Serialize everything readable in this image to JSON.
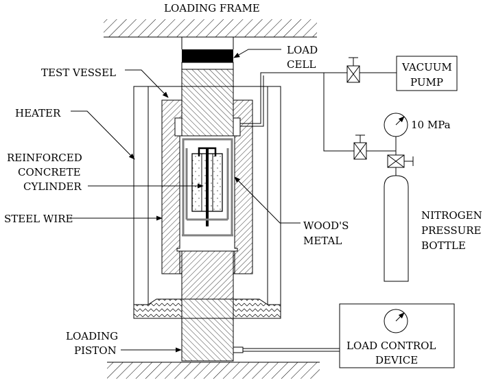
{
  "labels": {
    "loading_frame": "LOADING FRAME",
    "load_cell": [
      "LOAD",
      "CELL"
    ],
    "test_vessel": "TEST VESSEL",
    "heater": "HEATER",
    "reinforced_concrete_cylinder": [
      "REINFORCED",
      "CONCRETE",
      "CYLINDER"
    ],
    "steel_wire": "STEEL WIRE",
    "woods_metal": [
      "WOOD'S",
      "METAL"
    ],
    "vacuum_pump": [
      "VACUUM",
      "PUMP"
    ],
    "pressure_gauge": "10 MPa",
    "nitrogen_bottle": [
      "NITROGEN",
      "PRESSURE",
      "BOTTLE"
    ],
    "loading_piston": [
      "LOADING",
      "PISTON"
    ],
    "load_control_device": [
      "LOAD CONTROL",
      "DEVICE"
    ]
  },
  "colors": {
    "line": "#000000",
    "hatch": "#000000",
    "woods_metal_outline": "#808080",
    "background": "#ffffff"
  }
}
